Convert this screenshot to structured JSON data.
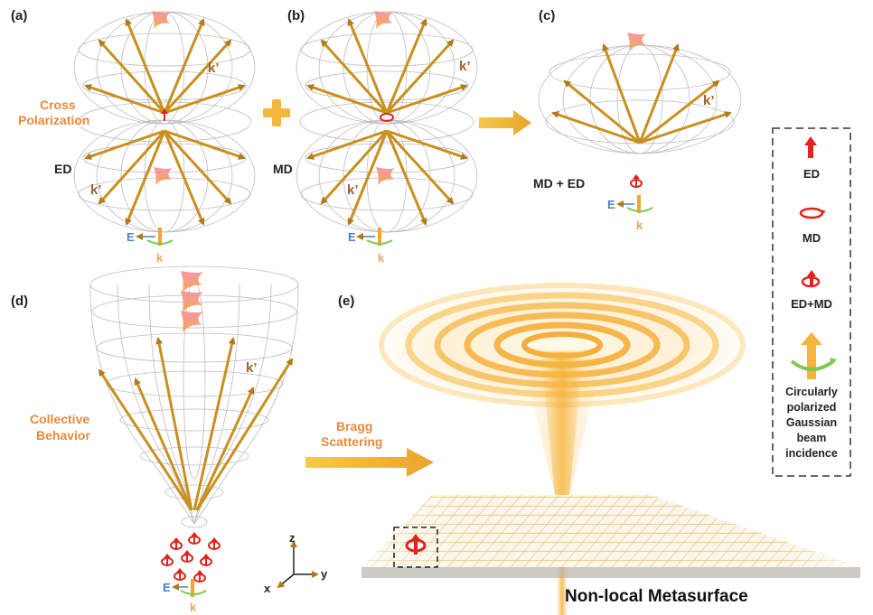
{
  "panels": {
    "a": {
      "label": "(a)",
      "side_text_1": "Cross",
      "side_text_2": "Polarization",
      "dipole": "ED",
      "kprime": "k’"
    },
    "b": {
      "label": "(b)",
      "dipole": "MD",
      "kprime": "k’"
    },
    "c": {
      "label": "(c)",
      "dipole": "MD  +  ED",
      "kprime": "k’"
    },
    "d": {
      "label": "(d)",
      "side_text_1": "Collective",
      "side_text_2": "Behavior",
      "kprime": "k’"
    },
    "e": {
      "label": "(e)",
      "arrow_text_1": "Bragg",
      "arrow_text_2": "Scattering",
      "title": "Non-local Metasurface"
    }
  },
  "field_labels": {
    "E": "E",
    "k": "k"
  },
  "axes": {
    "z": "z",
    "y": "y",
    "x": "x"
  },
  "legend": {
    "ed": "ED",
    "md": "MD",
    "edmd": "ED+MD",
    "beam_lines": [
      "Circularly",
      "polarized",
      "Gaussian",
      "beam",
      "incidence"
    ]
  },
  "colors": {
    "accent_orange": "#e8893a",
    "arrow_gold": "#c8901e",
    "dipole_red": "#e0231c",
    "e_blue": "#4a7fc7",
    "k_tan": "#e0a86a"
  },
  "icons": [
    "ed-arrow-icon",
    "md-ring-icon",
    "edmd-icon",
    "circular-beam-icon",
    "wireframe-dipole-pattern",
    "wavefront-icon"
  ]
}
